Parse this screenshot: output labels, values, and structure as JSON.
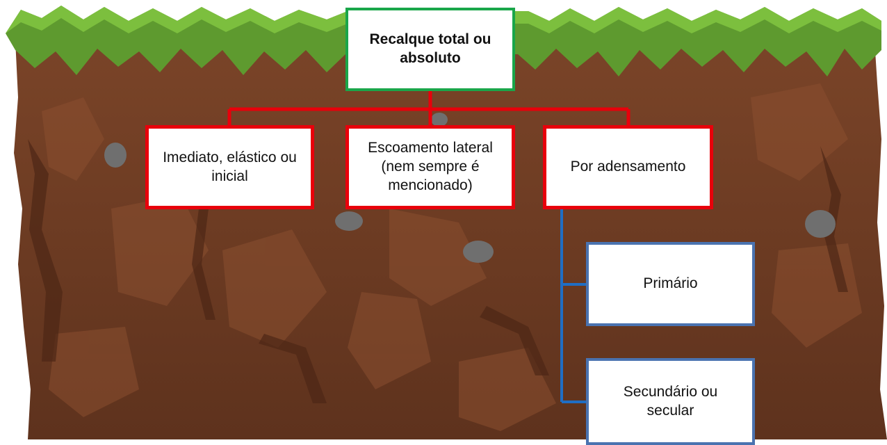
{
  "diagram": {
    "root": "Recalque total ou\nabsoluto",
    "level1": [
      "Imediato, elástico ou\ninicial",
      "Escoamento lateral\n(nem sempre é\nmencionado)",
      "Por adensamento"
    ],
    "level2": [
      "Primário",
      "Secundário ou\nsecular"
    ]
  },
  "colors": {
    "root_border": "#1aa64a",
    "level1_border": "#e8000b",
    "level2_border": "#4a73b0",
    "grass": "#5e9a2f",
    "soil": "#6b3a22"
  }
}
